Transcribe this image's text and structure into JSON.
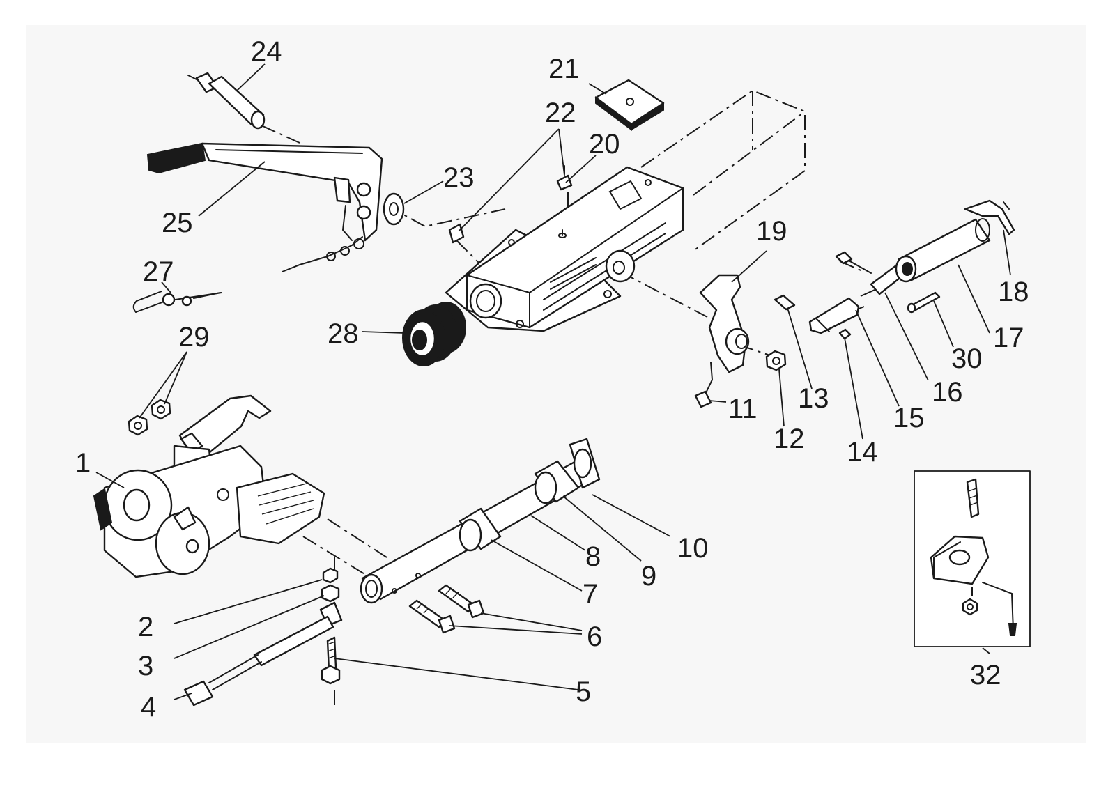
{
  "diagram": {
    "labels": {
      "l1": "1",
      "l2": "2",
      "l3": "3",
      "l4": "4",
      "l5": "5",
      "l6": "6",
      "l7": "7",
      "l8": "8",
      "l9": "9",
      "l10": "10",
      "l11": "11",
      "l12": "12",
      "l13": "13",
      "l14": "14",
      "l15": "15",
      "l16": "16",
      "l17": "17",
      "l18": "18",
      "l19": "19",
      "l20": "20",
      "l21": "21",
      "l22": "22",
      "l23": "23",
      "l24": "24",
      "l25": "25",
      "l27": "27",
      "l28": "28",
      "l29": "29",
      "l30": "30",
      "l32": "32"
    }
  }
}
